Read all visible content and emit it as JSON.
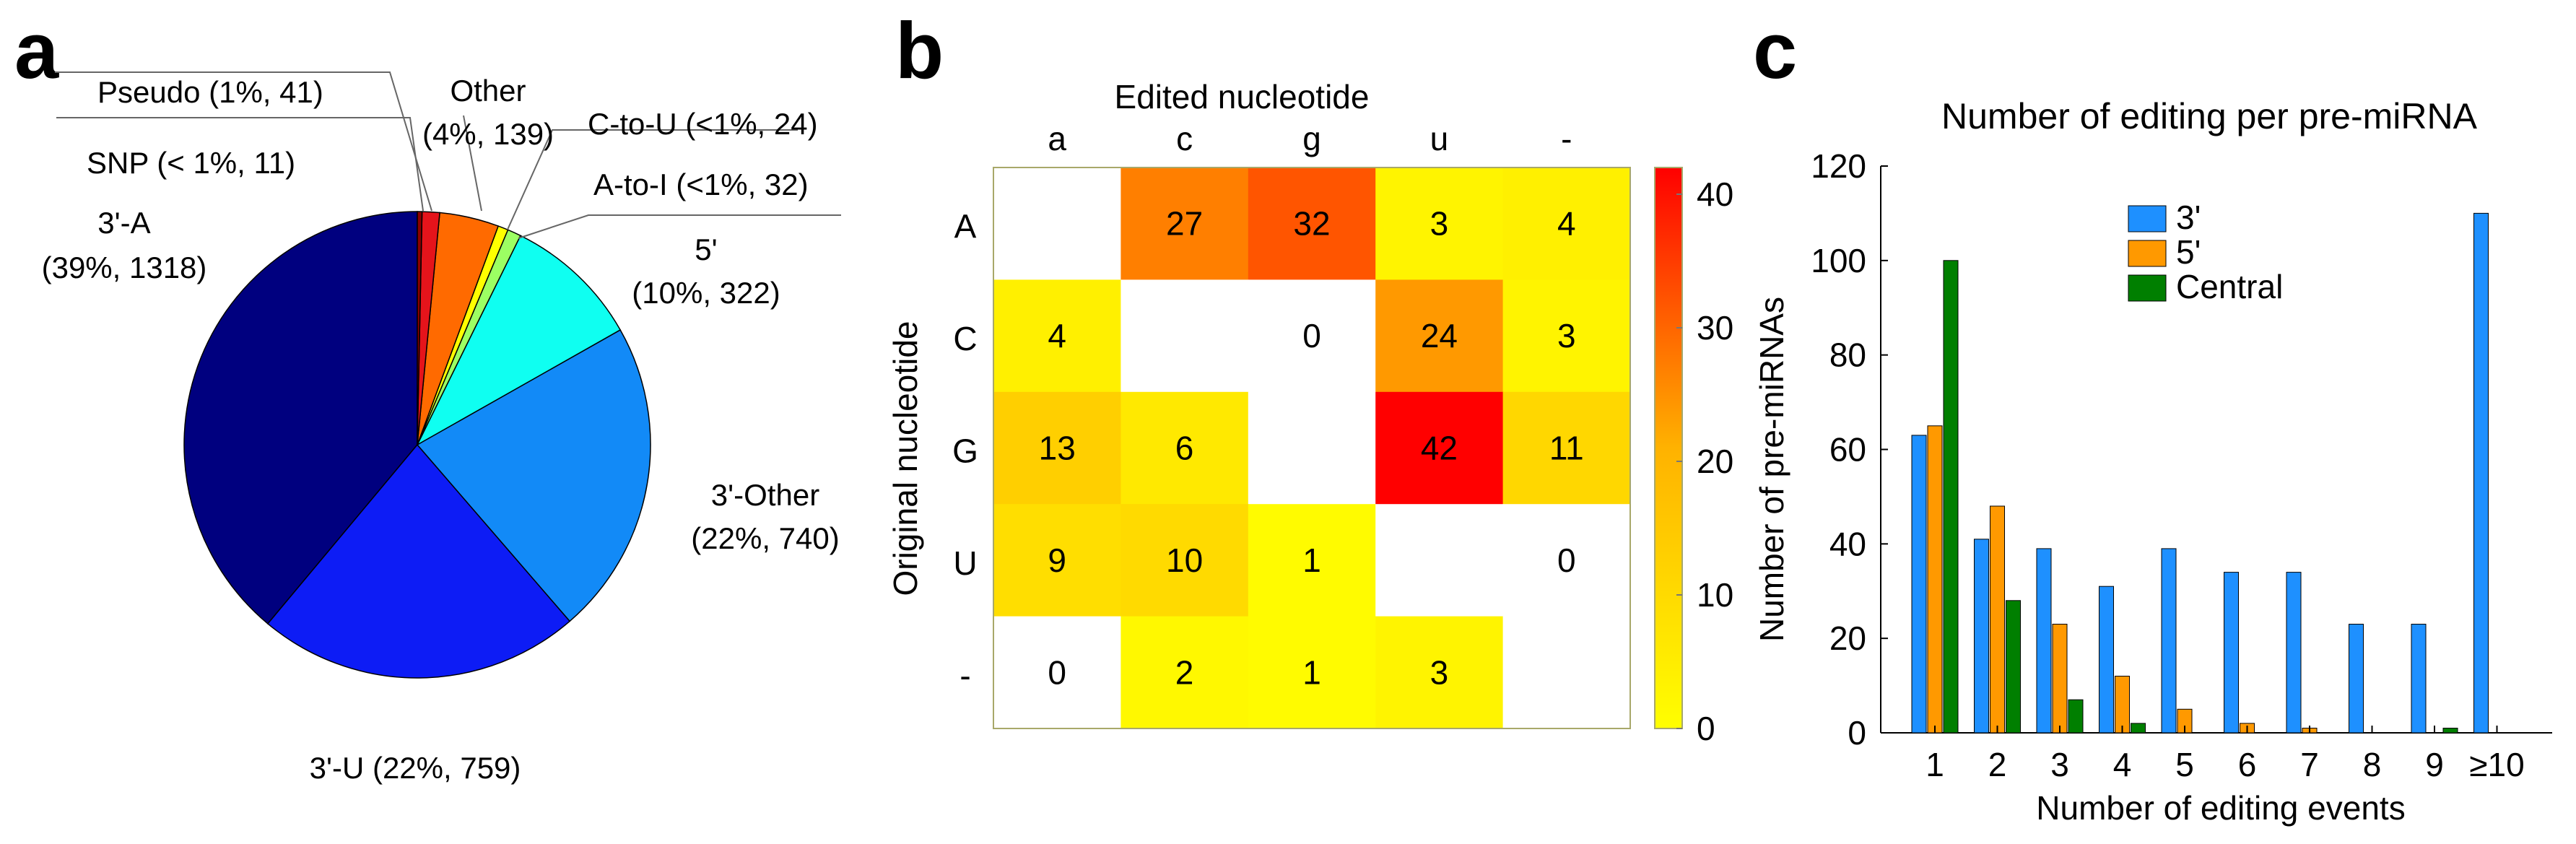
{
  "panels": [
    "a",
    "b",
    "c"
  ],
  "chart_data": [
    {
      "type": "pie",
      "panel": "a",
      "slices": [
        {
          "label": "3'-A",
          "pct": "39%",
          "count": 1318,
          "color": "#00007f"
        },
        {
          "label": "3'-U",
          "pct": "22%",
          "count": 759,
          "color": "#0d1cf5"
        },
        {
          "label": "3'-Other",
          "pct": "22%",
          "count": 740,
          "color": "#128af7"
        },
        {
          "label": "5'",
          "pct": "10%",
          "count": 322,
          "color": "#0ffff1"
        },
        {
          "label": "A-to-I",
          "pct": "<1%",
          "count": 32,
          "color": "#9cff63"
        },
        {
          "label": "C-to-U",
          "pct": "<1%",
          "count": 24,
          "color": "#ffff00"
        },
        {
          "label": "Other",
          "pct": "4%",
          "count": 139,
          "color": "#ff6a00"
        },
        {
          "label": "Pseudo",
          "pct": "1%",
          "count": 41,
          "color": "#e5141b"
        },
        {
          "label": "SNP",
          "pct": "< 1%",
          "count": 11,
          "color": "#8b0000"
        }
      ],
      "text": {
        "a3": [
          "3'-A",
          "(39%, 1318)"
        ],
        "u3": "3'-U (22%, 759)",
        "other3": [
          "3'-Other",
          "(22%, 740)"
        ],
        "p5": [
          "5'",
          "(10%, 322)"
        ],
        "atoi": "A-to-I (<1%, 32)",
        "ctou": "C-to-U (<1%, 24)",
        "other": [
          "Other",
          "(4%, 139)"
        ],
        "pseudo": "Pseudo (1%, 41)",
        "snp": "SNP (< 1%, 11)"
      }
    },
    {
      "type": "heatmap",
      "panel": "b",
      "xlabel": "Edited nucleotide",
      "ylabel": "Original nucleotide",
      "columns": [
        "a",
        "c",
        "g",
        "u",
        "-"
      ],
      "rows": [
        "A",
        "C",
        "G",
        "U",
        "-"
      ],
      "values": [
        [
          null,
          27,
          32,
          3,
          4
        ],
        [
          4,
          null,
          0,
          24,
          3
        ],
        [
          13,
          6,
          null,
          42,
          11
        ],
        [
          9,
          10,
          1,
          null,
          0
        ],
        [
          0,
          2,
          1,
          3,
          null
        ]
      ],
      "colorbar": {
        "min": 0,
        "max": 42,
        "ticks": [
          "40",
          "30",
          "20",
          "10",
          "0"
        ],
        "tick_values": [
          40,
          30,
          20,
          10,
          0
        ]
      },
      "zero_cells_white": true
    },
    {
      "type": "bar",
      "panel": "c",
      "title": "Number of editing per pre-miRNA",
      "xlabel": "Number of editing events",
      "ylabel": "Number of pre-miRNAs",
      "categories": [
        "1",
        "2",
        "3",
        "4",
        "5",
        "6",
        "7",
        "8",
        "9",
        "≥10"
      ],
      "ylim": [
        0,
        120
      ],
      "yticks": [
        "0",
        "20",
        "40",
        "60",
        "80",
        "100",
        "120"
      ],
      "series": [
        {
          "name": "3'",
          "color": "#1e90ff",
          "values": [
            63,
            41,
            39,
            31,
            39,
            34,
            34,
            23,
            23,
            110
          ]
        },
        {
          "name": "5'",
          "color": "#ff9900",
          "values": [
            65,
            48,
            23,
            12,
            5,
            2,
            1,
            0,
            0,
            0
          ]
        },
        {
          "name": "Central",
          "color": "#007f00",
          "values": [
            100,
            28,
            7,
            2,
            0,
            0,
            0,
            0,
            1,
            0
          ]
        }
      ],
      "legend": "top-center"
    }
  ]
}
